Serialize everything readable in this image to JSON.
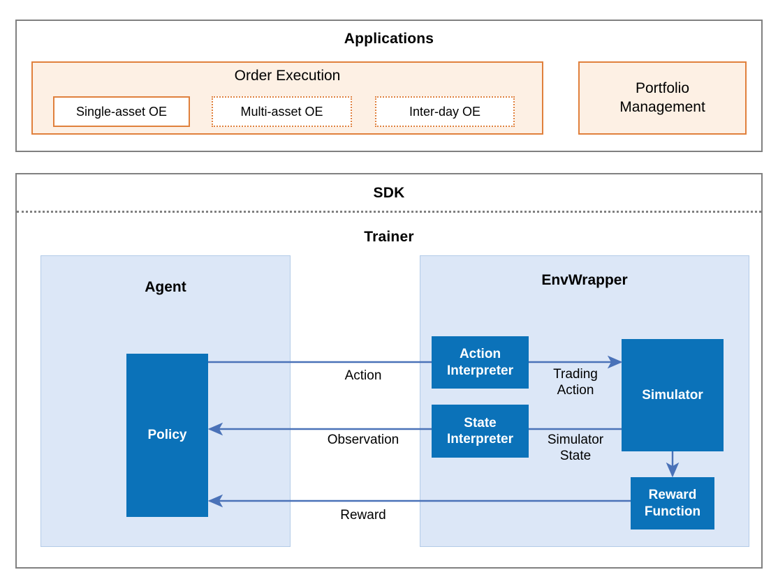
{
  "colors": {
    "frame_border": "#808080",
    "orange_border": "#e0803c",
    "orange_fill": "#fdf0e4",
    "lightblue_fill": "#dce7f7",
    "lightblue_border": "#b3cbe8",
    "node_fill": "#0b72b9",
    "node_text": "#ffffff",
    "arrow": "#4a72b8",
    "text": "#000000"
  },
  "applications": {
    "title": "Applications",
    "order_execution": {
      "title": "Order Execution",
      "items": [
        {
          "label": "Single-asset OE",
          "style": "solid"
        },
        {
          "label": "Multi-asset OE",
          "style": "dotted"
        },
        {
          "label": "Inter-day OE",
          "style": "dotted"
        }
      ]
    },
    "portfolio_management": {
      "label": "Portfolio\nManagement"
    }
  },
  "sdk": {
    "title": "SDK",
    "trainer": {
      "title": "Trainer",
      "agent": {
        "title": "Agent",
        "policy": {
          "label": "Policy"
        }
      },
      "envwrapper": {
        "title": "EnvWrapper",
        "action_interpreter": {
          "label": "Action\nInterpreter"
        },
        "state_interpreter": {
          "label": "State\nInterpreter"
        },
        "simulator": {
          "label": "Simulator"
        },
        "reward_function": {
          "label": "Reward\nFunction"
        }
      },
      "flows": [
        {
          "name": "action",
          "label": "Action"
        },
        {
          "name": "observation",
          "label": "Observation"
        },
        {
          "name": "reward",
          "label": "Reward"
        },
        {
          "name": "trading-action",
          "label": "Trading\nAction"
        },
        {
          "name": "simulator-state",
          "label": "Simulator\nState"
        }
      ]
    }
  }
}
